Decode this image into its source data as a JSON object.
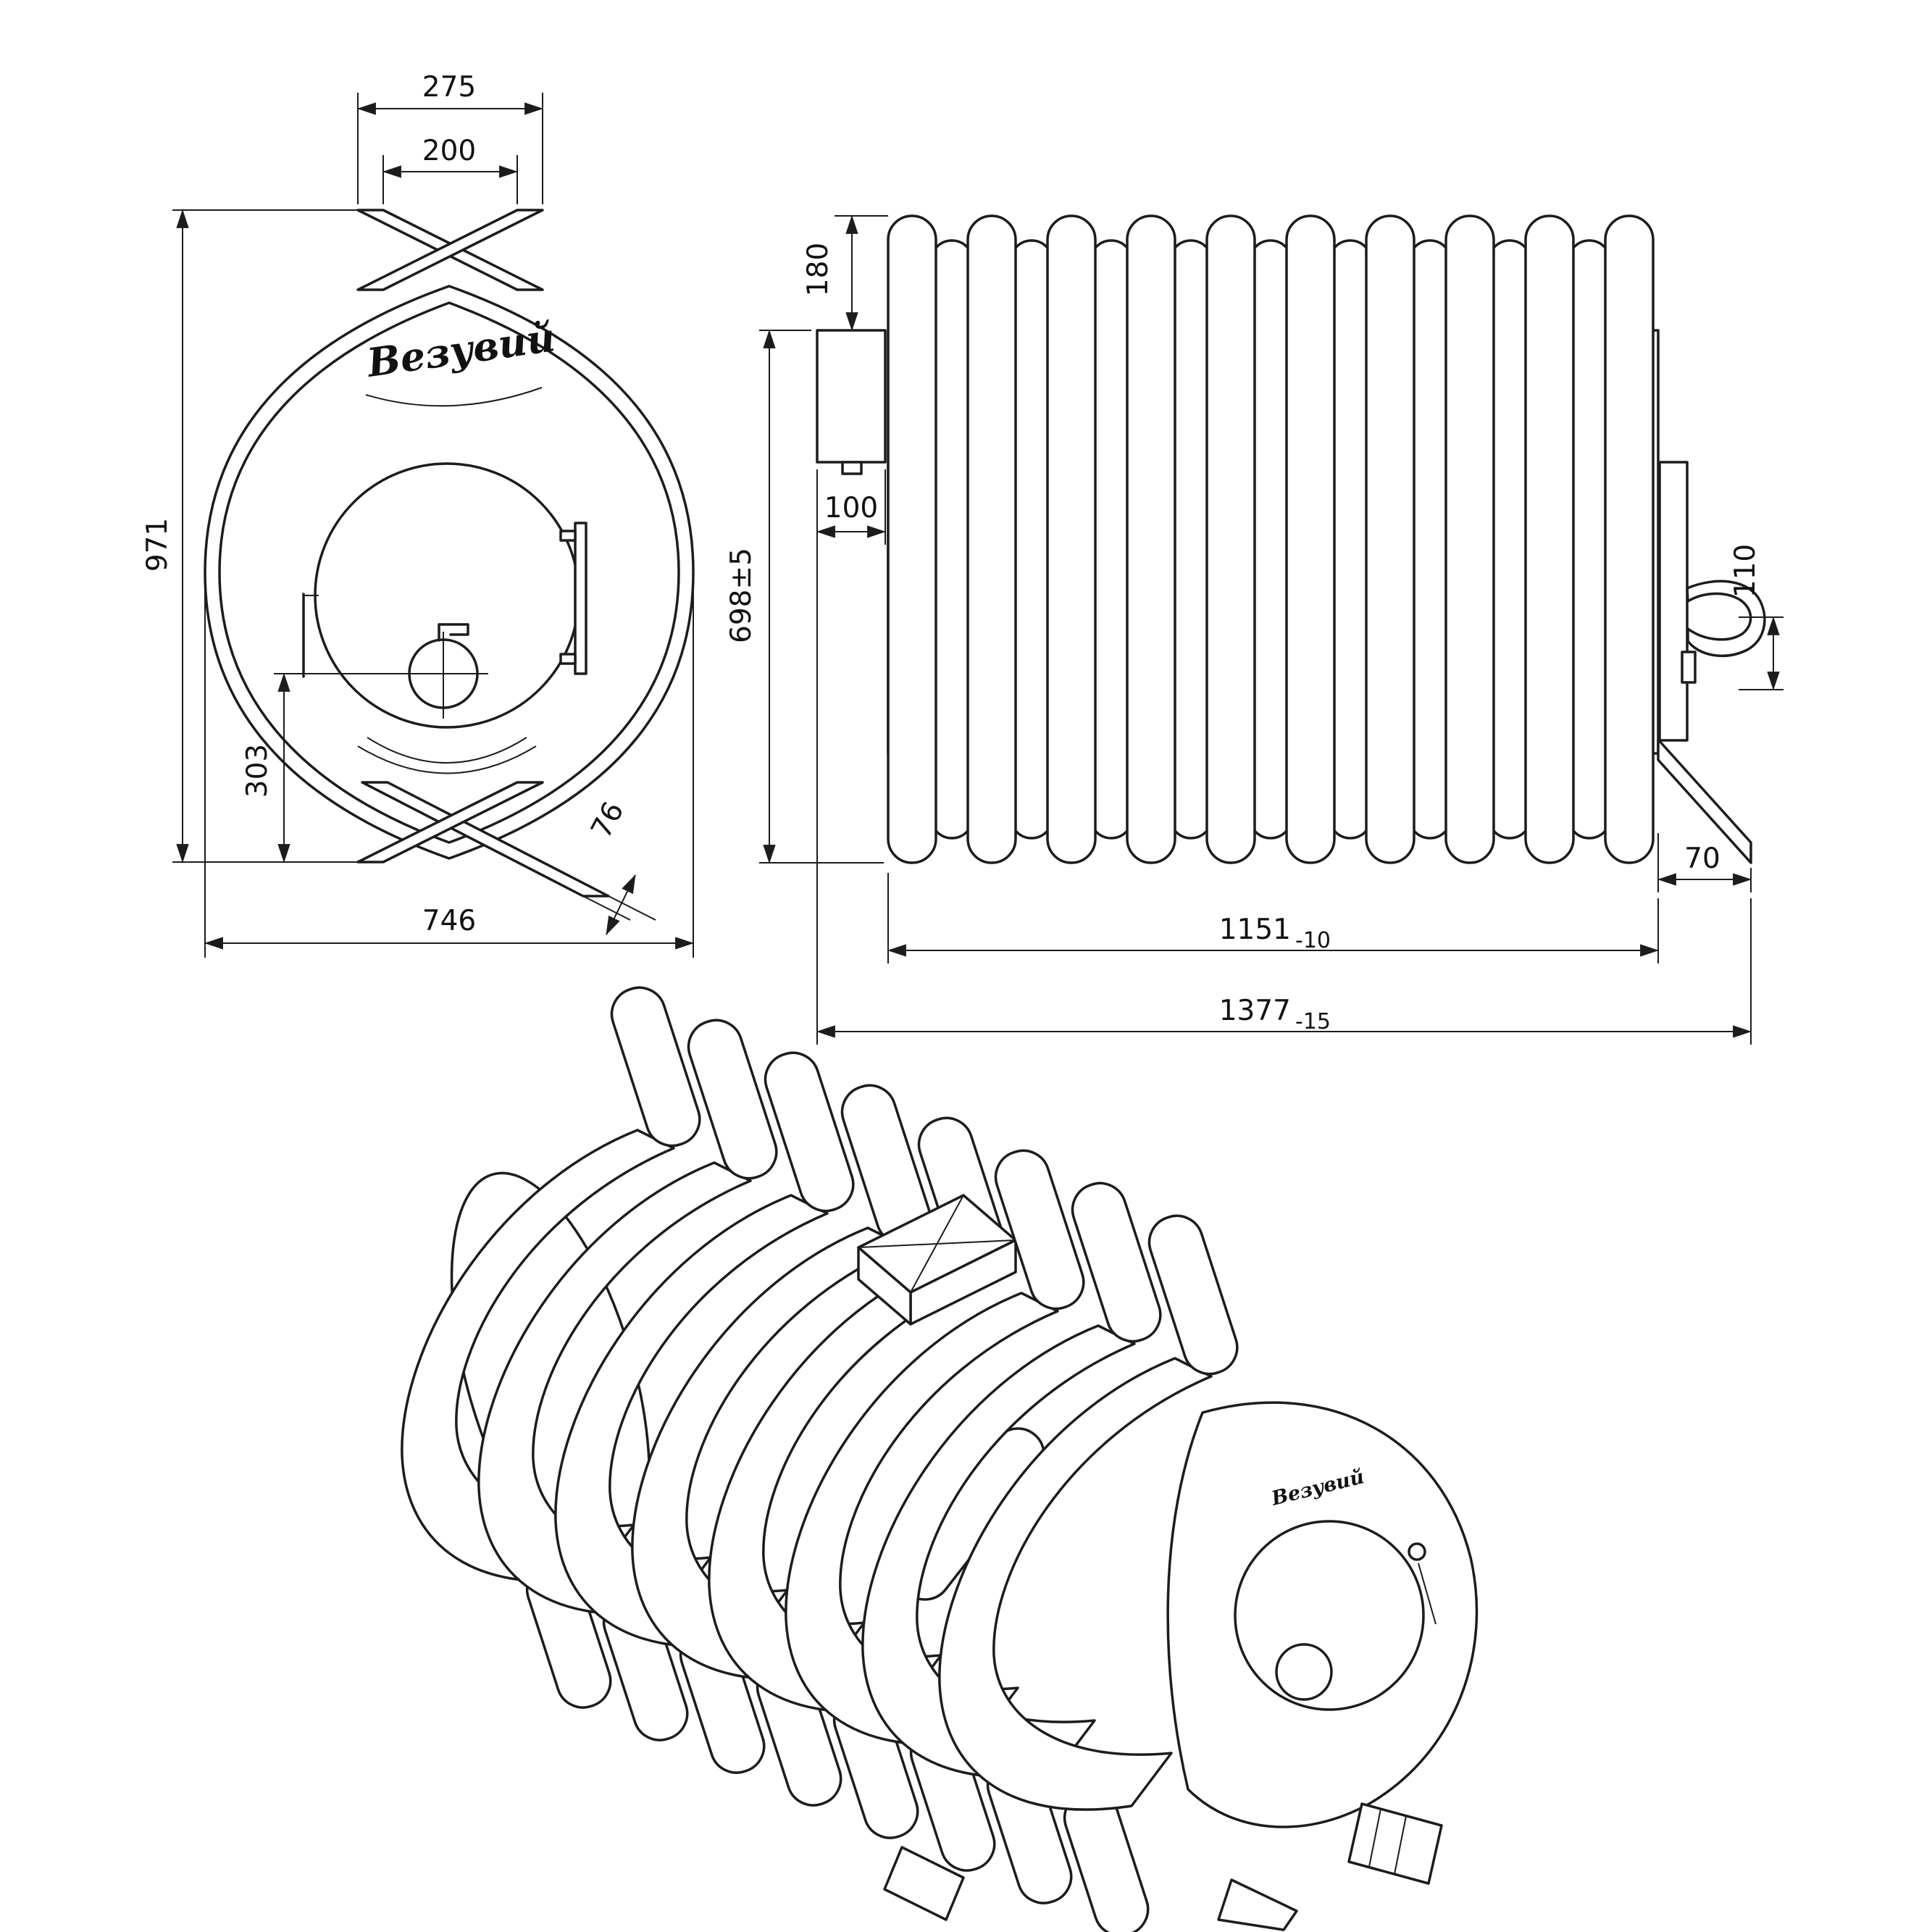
{
  "colors": {
    "background": "#ffffff",
    "ink": "#1c1c1c"
  },
  "brand": {
    "logo_script": "Везувий"
  },
  "front_view": {
    "dims": {
      "collar_outer_width": "275",
      "collar_inner_width": "200",
      "overall_height": "971",
      "ash_door_height": "303",
      "overall_width": "746",
      "leg_width": "76"
    }
  },
  "side_view": {
    "dims": {
      "stub_drop": "180",
      "stub_width": "100",
      "body_height": "698±5",
      "handle_span": "110",
      "leg_overhang": "70",
      "tube_block_length": "1151",
      "tube_block_tolerance": "-10",
      "overall_length": "1377",
      "overall_length_tolerance": "-15"
    }
  },
  "iso_view": {
    "logo_script": "Везувий"
  }
}
